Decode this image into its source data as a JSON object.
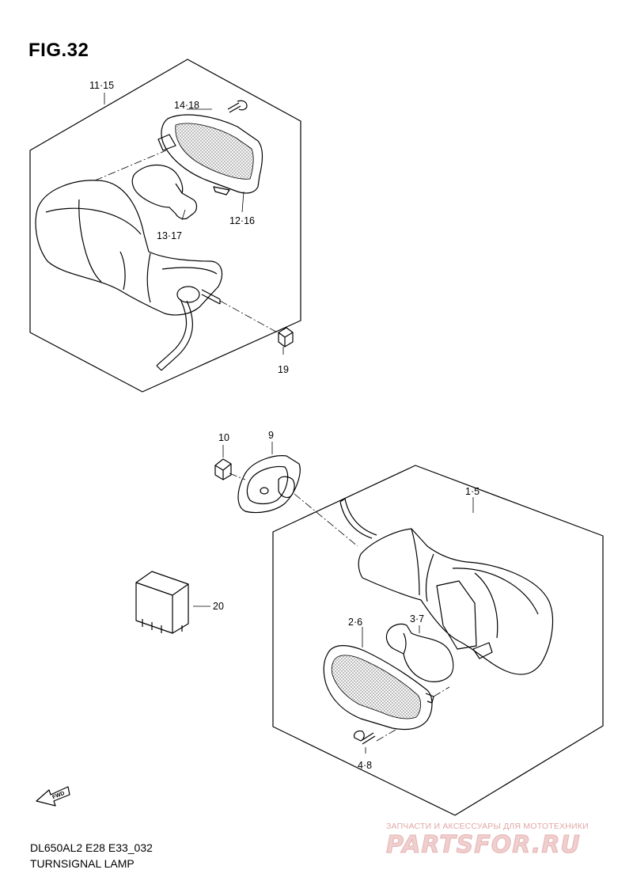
{
  "figure": {
    "title": "FIG.32"
  },
  "callouts": {
    "c_11_15": "11·15",
    "c_14_18": "14·18",
    "c_13_17": "13·17",
    "c_12_16": "12·16",
    "c_19": "19",
    "c_10": "10",
    "c_9": "9",
    "c_1_5": "1·5",
    "c_20": "20",
    "c_2_6": "2·6",
    "c_3_7": "3·7",
    "c_4_8": "4·8"
  },
  "footer": {
    "model_code": "DL650AL2 E28 E33_032",
    "description": "TURNSIGNAL LAMP"
  },
  "watermark": {
    "subtitle": "ЗАПЧАСТИ И АКСЕССУАРЫ ДЛЯ МОТОТЕХНИКИ",
    "brand": "PARTSFOR.RU"
  },
  "fwd_arrow_label": "FWD",
  "colors": {
    "line": "#000000",
    "lens_hatch": "#9a9a9a",
    "watermark": "#e6b3b3"
  }
}
